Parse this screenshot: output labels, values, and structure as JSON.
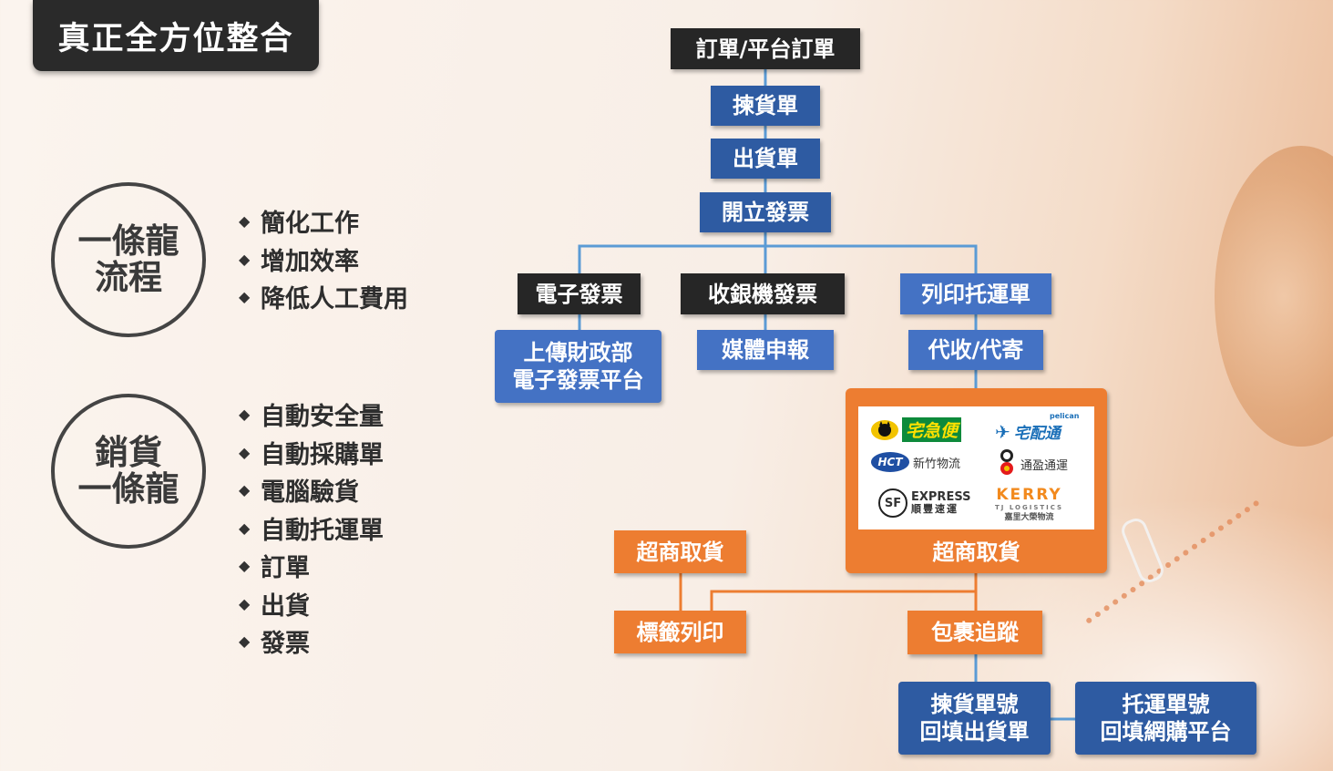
{
  "title": "真正全方位整合",
  "circles": [
    {
      "line1": "一條龍",
      "line2": "流程"
    },
    {
      "line1": "銷貨",
      "line2": "一條龍"
    }
  ],
  "bullet_symbol": "◆",
  "bullets_group1": [
    "簡化工作",
    "增加效率",
    "降低人工費用"
  ],
  "bullets_group2": [
    "自動安全量",
    "自動採購單",
    "電腦驗貨",
    "自動托運單",
    "訂單",
    "出貨",
    "發票"
  ],
  "flow": {
    "order": "訂單/平台訂單",
    "picking": "揀貨單",
    "shipping": "出貨單",
    "invoice": "開立發票",
    "e_invoice": "電子發票",
    "pos_invoice": "收銀機發票",
    "print_waybill": "列印托運單",
    "upload_line1": "上傳財政部",
    "upload_line2": "電子發票平台",
    "media_report": "媒體申報",
    "cod": "代收/代寄",
    "store_pickup_left": "超商取貨",
    "label_print": "標籤列印",
    "parcel_tracking": "包裹追蹤",
    "fill_ship_line1": "揀貨單號",
    "fill_ship_line2": "回填出貨單",
    "fill_platform_line1": "托運單號",
    "fill_platform_line2": "回填網購平台"
  },
  "carriers": {
    "label": "超商取貨",
    "logos": [
      {
        "name": "宅急便",
        "icon": "black-cat-icon"
      },
      {
        "name": "宅配通",
        "sub": "pelican",
        "icon": "pelican-icon"
      },
      {
        "name": "新竹物流",
        "mark": "HCT",
        "icon": "hct-icon"
      },
      {
        "name": "通盈通運",
        "icon": "tongying-icon"
      },
      {
        "name": "EXPRESS",
        "sub": "順豐速運",
        "mark": "SF",
        "icon": "sf-icon"
      },
      {
        "name": "KERRY",
        "sub": "TJ LOGISTICS",
        "sub2": "嘉里大榮物流",
        "icon": "kerry-icon"
      }
    ]
  },
  "colors": {
    "dark": "#262626",
    "blue": "#2e5ba2",
    "light_blue": "#4472c4",
    "orange": "#ed7d31",
    "connector_blue": "#5b9bd5"
  }
}
